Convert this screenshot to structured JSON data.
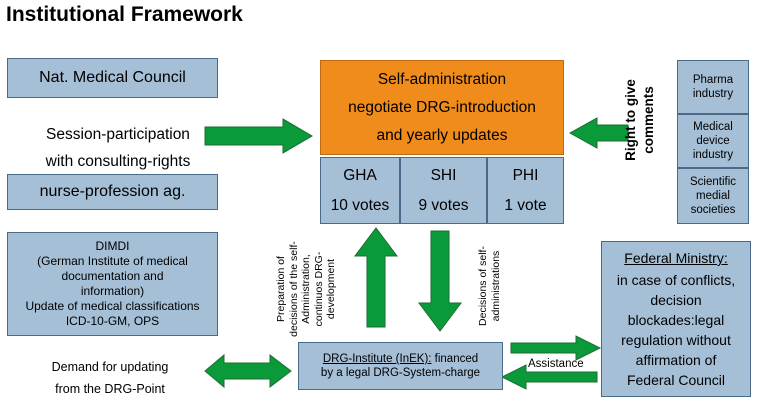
{
  "title": "Institutional Framework",
  "nat_medical_council": "Nat. Medical Council",
  "session_participation": [
    "Session-participation",
    "with consulting-rights"
  ],
  "nurse_profession": "nurse-profession ag.",
  "self_admin": [
    "Self-administration",
    "negotiate DRG-introduction",
    "and yearly updates"
  ],
  "members": [
    {
      "name": "GHA",
      "votes": "10 votes"
    },
    {
      "name": "SHI",
      "votes": "9 votes"
    },
    {
      "name": "PHI",
      "votes": "1 vote"
    }
  ],
  "right_to_comment": [
    "Right to give",
    "comments"
  ],
  "commenters": [
    [
      "Pharma",
      "industry"
    ],
    [
      "Medical",
      "device",
      "industry"
    ],
    [
      "Scientific",
      "medial",
      "societies"
    ]
  ],
  "dimdi": [
    "DIMDI",
    "(German Institute of medical",
    "documentation and",
    "information)",
    "Update of medical classifications",
    "ICD-10-GM, OPS"
  ],
  "preparation_label": [
    "Preparation of",
    "decisions of the self-",
    "Administration,",
    "continuos DRG-",
    "development"
  ],
  "decisions_label": [
    "Decisions of self-",
    "administrations"
  ],
  "federal_ministry": {
    "heading": "Federal Ministry:",
    "body": [
      "in case of conflicts,",
      "decision",
      "blockades:legal",
      "regulation without",
      "affirmation of",
      "Federal Council"
    ]
  },
  "demand": [
    "Demand for updating",
    "from the DRG-Point"
  ],
  "inek": {
    "name": "DRG-Institute (InEK):",
    "rest": " financed",
    "line2": "by a legal DRG-System-charge"
  },
  "assistance": "Assistance",
  "colors": {
    "box_blue": "#a5bfd6",
    "orange": "#f08c1c",
    "arrow_green": "#0a9a3a"
  }
}
